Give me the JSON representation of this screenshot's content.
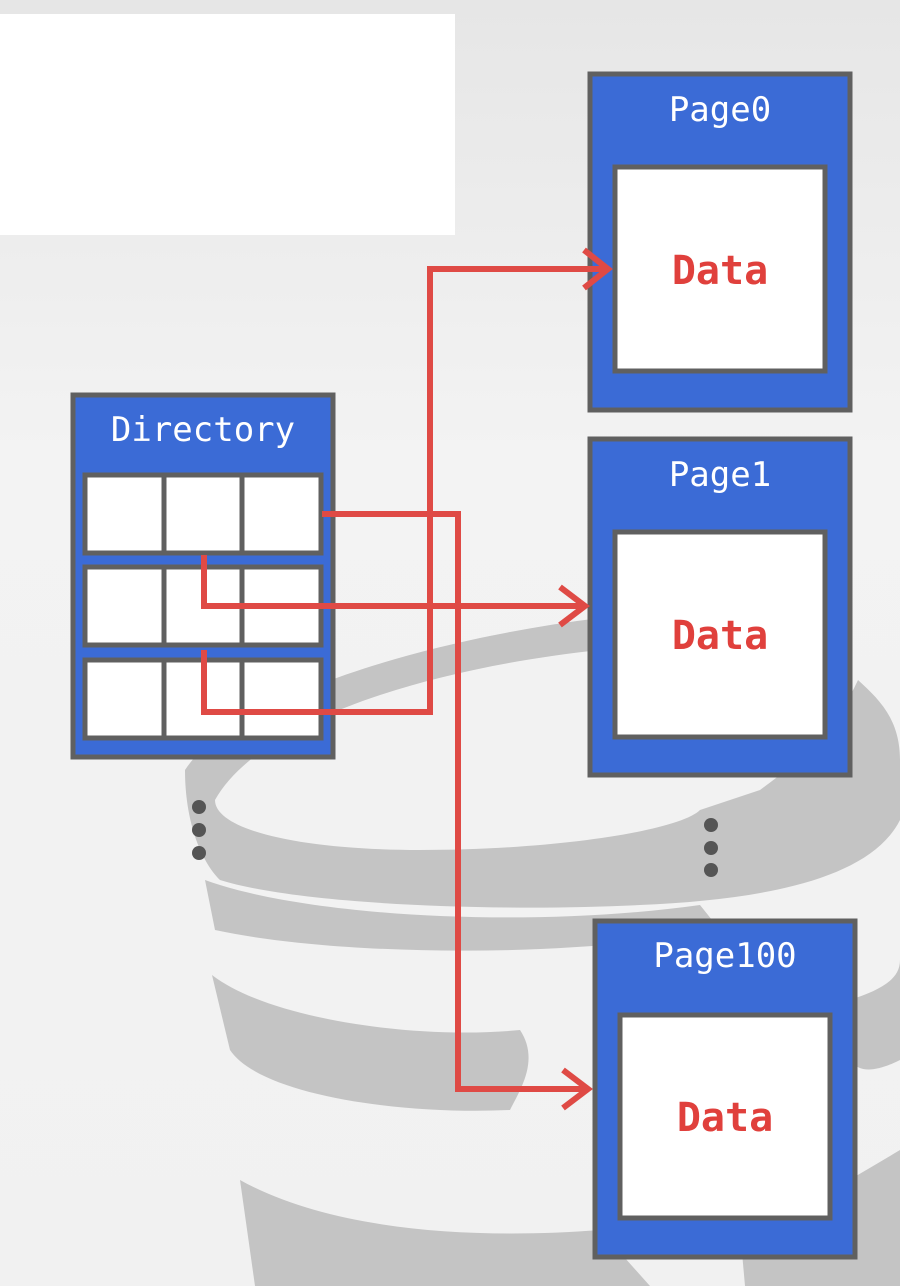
{
  "directory": {
    "title": "Directory",
    "rows": 3,
    "cols": 3
  },
  "pages": [
    {
      "title": "Page0",
      "content": "Data"
    },
    {
      "title": "Page1",
      "content": "Data"
    },
    {
      "title": "Page100",
      "content": "Data"
    }
  ],
  "colors": {
    "box_fill": "#3b6bd6",
    "border": "#606060",
    "arrow": "#df4a45",
    "data_text": "#e0403c",
    "bg_shape": "#c4c4c4"
  }
}
